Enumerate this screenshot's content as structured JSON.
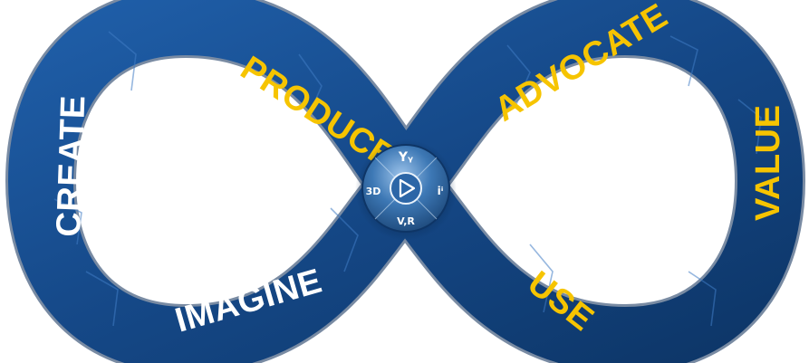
{
  "colors": {
    "band_dark": "#0f3a73",
    "band_mid": "#1d5aa4",
    "band_light": "#2f74c2",
    "label_yellow": "#f6c400",
    "label_white": "#ffffff",
    "hub_dark": "#1b4678",
    "hub_light": "#6f9fcf"
  },
  "labels": {
    "create": "CREATE",
    "imagine": "IMAGINE",
    "produce": "PRODUCE",
    "advocate": "ADVOCATE",
    "value": "VALUE",
    "use": "USE"
  },
  "compass": {
    "top": "Yᵧ",
    "left": "3D",
    "right": "iⁱ",
    "bottom": "V,R",
    "center_icon": "play-icon"
  }
}
